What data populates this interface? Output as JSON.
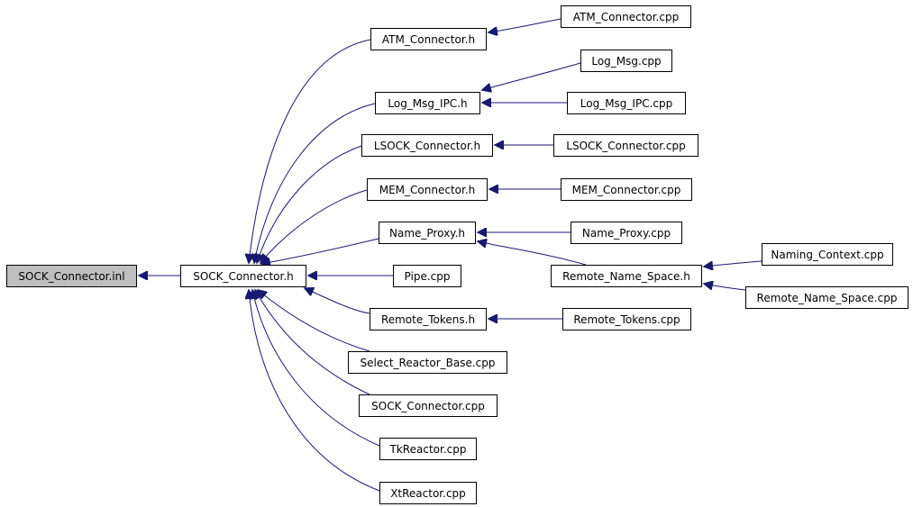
{
  "nodes": [
    {
      "id": "sock_inl",
      "label": "SOCK_Connector.inl",
      "highlight": true
    },
    {
      "id": "sock_h",
      "label": "SOCK_Connector.h"
    },
    {
      "id": "atm_h",
      "label": "ATM_Connector.h"
    },
    {
      "id": "atm_cpp",
      "label": "ATM_Connector.cpp"
    },
    {
      "id": "logipc_h",
      "label": "Log_Msg_IPC.h"
    },
    {
      "id": "logmsg_cpp",
      "label": "Log_Msg.cpp"
    },
    {
      "id": "logipc_cpp",
      "label": "Log_Msg_IPC.cpp"
    },
    {
      "id": "lsock_h",
      "label": "LSOCK_Connector.h"
    },
    {
      "id": "lsock_cpp",
      "label": "LSOCK_Connector.cpp"
    },
    {
      "id": "mem_h",
      "label": "MEM_Connector.h"
    },
    {
      "id": "mem_cpp",
      "label": "MEM_Connector.cpp"
    },
    {
      "id": "nameproxy_h",
      "label": "Name_Proxy.h"
    },
    {
      "id": "nameproxy_cpp",
      "label": "Name_Proxy.cpp"
    },
    {
      "id": "rns_h",
      "label": "Remote_Name_Space.h"
    },
    {
      "id": "naming_cpp",
      "label": "Naming_Context.cpp"
    },
    {
      "id": "rns_cpp",
      "label": "Remote_Name_Space.cpp"
    },
    {
      "id": "pipe_cpp",
      "label": "Pipe.cpp"
    },
    {
      "id": "rtokens_h",
      "label": "Remote_Tokens.h"
    },
    {
      "id": "rtokens_cpp",
      "label": "Remote_Tokens.cpp"
    },
    {
      "id": "selreact_cpp",
      "label": "Select_Reactor_Base.cpp"
    },
    {
      "id": "sockconn_cpp",
      "label": "SOCK_Connector.cpp"
    },
    {
      "id": "tk_cpp",
      "label": "TkReactor.cpp"
    },
    {
      "id": "xt_cpp",
      "label": "XtReactor.cpp"
    }
  ],
  "edges": [
    {
      "from": "sock_h",
      "to": "sock_inl"
    },
    {
      "from": "atm_h",
      "to": "sock_h"
    },
    {
      "from": "logipc_h",
      "to": "sock_h"
    },
    {
      "from": "lsock_h",
      "to": "sock_h"
    },
    {
      "from": "mem_h",
      "to": "sock_h"
    },
    {
      "from": "nameproxy_h",
      "to": "sock_h"
    },
    {
      "from": "pipe_cpp",
      "to": "sock_h"
    },
    {
      "from": "rtokens_h",
      "to": "sock_h"
    },
    {
      "from": "selreact_cpp",
      "to": "sock_h"
    },
    {
      "from": "sockconn_cpp",
      "to": "sock_h"
    },
    {
      "from": "tk_cpp",
      "to": "sock_h"
    },
    {
      "from": "xt_cpp",
      "to": "sock_h"
    },
    {
      "from": "atm_cpp",
      "to": "atm_h"
    },
    {
      "from": "logmsg_cpp",
      "to": "logipc_h"
    },
    {
      "from": "logipc_cpp",
      "to": "logipc_h"
    },
    {
      "from": "lsock_cpp",
      "to": "lsock_h"
    },
    {
      "from": "mem_cpp",
      "to": "mem_h"
    },
    {
      "from": "nameproxy_cpp",
      "to": "nameproxy_h"
    },
    {
      "from": "rns_h",
      "to": "nameproxy_h"
    },
    {
      "from": "naming_cpp",
      "to": "rns_h"
    },
    {
      "from": "rns_cpp",
      "to": "rns_h"
    },
    {
      "from": "rtokens_cpp",
      "to": "rtokens_h"
    }
  ],
  "colors": {
    "edge": "#191970",
    "node_border": "#000000",
    "highlight_fill": "#bfbfbf"
  }
}
